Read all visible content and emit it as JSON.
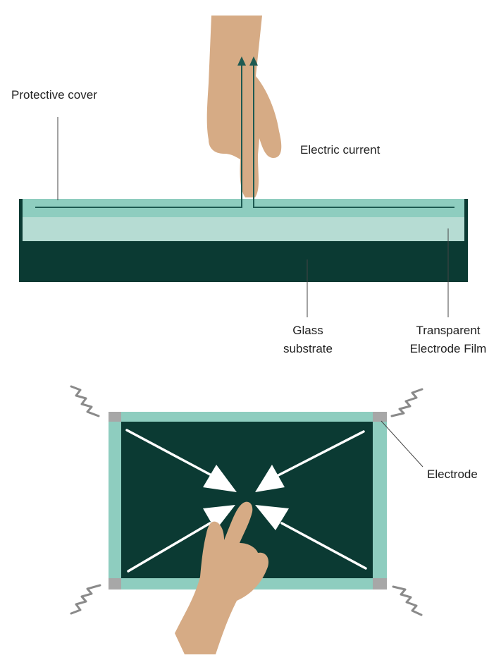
{
  "labels": {
    "protective_cover": "Protective cover",
    "electric_current": "Electric current",
    "glass_substrate_line1": "Glass",
    "glass_substrate_line2": "substrate",
    "transparent_film_line1": "Transparent",
    "transparent_film_line2": "Electrode Film",
    "electrode": "Electrode"
  },
  "colors": {
    "dark_green": "#0b3a33",
    "mid_green": "#8ecdbf",
    "light_green": "#b6dcd3",
    "skin": "#d6ab85",
    "electrode_gray": "#a7a7a7",
    "wire_gray": "#8a8a8a",
    "arrow_white": "#ffffff",
    "current_line": "#1e5a52"
  },
  "icons": {
    "top_hand": "hand-pointing-down-icon",
    "bottom_hand": "hand-pointing-up-icon",
    "current_arrows": "arrow-up-icon",
    "wire": "squiggle-wire-icon"
  }
}
